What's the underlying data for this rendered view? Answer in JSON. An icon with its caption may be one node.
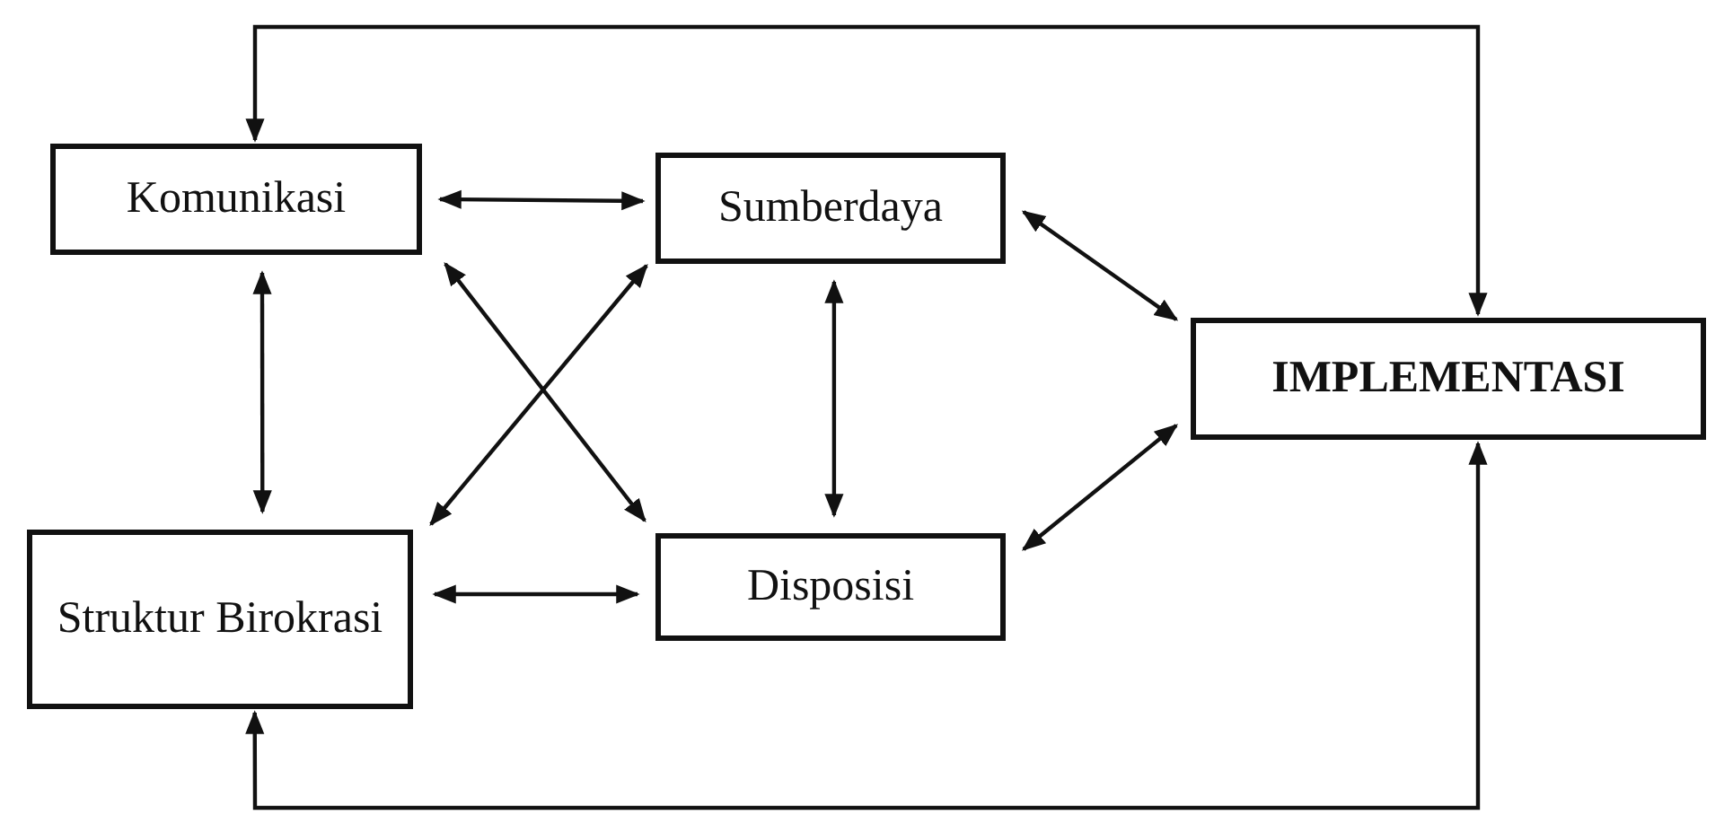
{
  "diagram": {
    "nodes": [
      {
        "text": [
          "Komunikasi"
        ]
      },
      {
        "text": [
          "Sumberdaya"
        ]
      },
      {
        "text": [
          "IMPLEMENTASI"
        ]
      },
      {
        "text": [
          "Struktur Birokrasi"
        ]
      },
      {
        "text": [
          "Disposisi"
        ]
      }
    ],
    "edges": [
      {
        "from": 0,
        "to": 1,
        "arrow": "both"
      },
      {
        "from": 0,
        "to": 3,
        "arrow": "both"
      },
      {
        "from": 0,
        "to": 4,
        "arrow": "both"
      },
      {
        "from": 1,
        "to": 3,
        "arrow": "both"
      },
      {
        "from": 1,
        "to": 4,
        "arrow": "both"
      },
      {
        "from": 1,
        "to": 2,
        "arrow": "both"
      },
      {
        "from": 4,
        "to": 2,
        "arrow": "both"
      },
      {
        "from": 3,
        "to": 4,
        "arrow": "both"
      },
      {
        "from": 0,
        "to": 2,
        "arrow": "both"
      },
      {
        "from": 3,
        "to": 2,
        "arrow": "both"
      }
    ]
  }
}
